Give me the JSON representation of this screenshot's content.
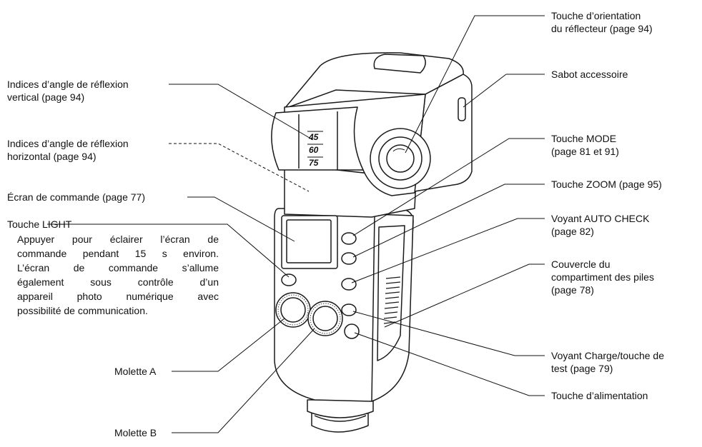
{
  "labels": {
    "reflector_orientation": [
      "Touche d’orientation",
      "du réflecteur (page 94)"
    ],
    "accessory_shoe": [
      "Sabot accessoire"
    ],
    "mode_button": [
      "Touche MODE",
      "(page 81 et 91)"
    ],
    "zoom_button": [
      "Touche ZOOM (page 95)"
    ],
    "auto_check": [
      "Voyant AUTO CHECK",
      "(page 82)"
    ],
    "battery_cover": [
      "Couvercle du",
      "compartiment des piles",
      "(page 78)"
    ],
    "charge_test": [
      "Voyant Charge/touche de",
      "test (page 79)"
    ],
    "power_button": [
      "Touche d’alimentation"
    ],
    "vertical_bounce": [
      "Indices d’angle de réflexion",
      "vertical (page 94)"
    ],
    "horizontal_bounce": [
      "Indices d’angle de réflexion",
      "horizontal (page 94)"
    ],
    "control_panel": [
      "Écran de commande (page 77)"
    ],
    "light_button": [
      "Touche LIGHT"
    ],
    "light_description": [
      "Appuyer pour éclairer l’écran de",
      "commande pendant 15 s environ.",
      "L’écran de commande s’allume",
      "également sous contrôle d’un",
      "appareil photo numérique avec",
      "possibilité de communication."
    ],
    "dial_a": [
      "Molette A"
    ],
    "dial_b": [
      "Molette B"
    ]
  },
  "scale_marks": [
    "45",
    "60",
    "75"
  ]
}
